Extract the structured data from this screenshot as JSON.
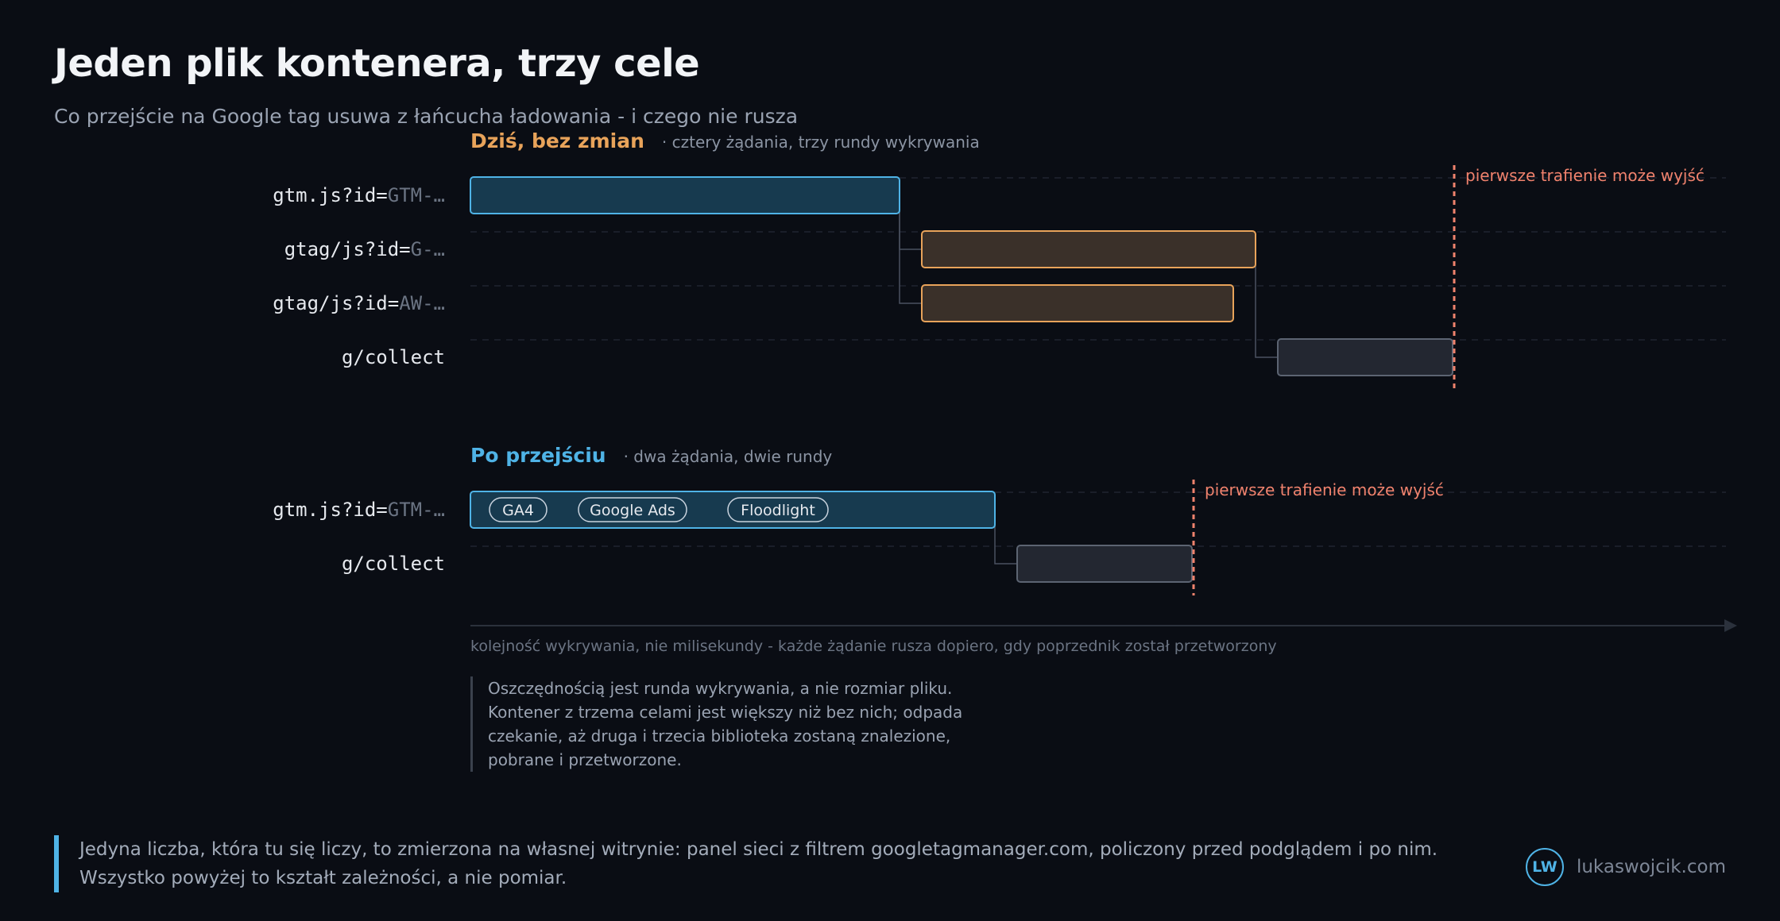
{
  "title": "Jeden plik kontenera, trzy cele",
  "subtitle": "Co przejście na Google tag usuwa z łańcucha ładowania - i czego nie rusza",
  "colors": {
    "background": "#0a0d14",
    "blue": "#4fb3e6",
    "orange": "#e8a35a",
    "red": "#f0826d",
    "gray": "#6b7483"
  },
  "diagram": {
    "sections": [
      {
        "title": "Dziś, bez zmian",
        "note": "· cztery żądania, trzy rundy wykrywania",
        "hit_label": "pierwsze trafienie może wyjść",
        "rows": [
          {
            "prefix": "gtm.js?id=",
            "suffix": "GTM-…",
            "round": 1,
            "tone": "blue"
          },
          {
            "prefix": "gtag/js?id=",
            "suffix": "G-…",
            "round": 2,
            "tone": "orange"
          },
          {
            "prefix": "gtag/js?id=",
            "suffix": "AW-…",
            "round": 2,
            "tone": "orange"
          },
          {
            "prefix": "g/collect",
            "suffix": "",
            "round": 3,
            "tone": "gray"
          }
        ]
      },
      {
        "title": "Po przejściu",
        "note": "· dwa żądania, dwie rundy",
        "hit_label": "pierwsze trafienie może wyjść",
        "rows": [
          {
            "prefix": "gtm.js?id=",
            "suffix": "GTM-…",
            "round": 1,
            "tone": "blue",
            "pills": [
              "GA4",
              "Google Ads",
              "Floodlight"
            ]
          },
          {
            "prefix": "g/collect",
            "suffix": "",
            "round": 2,
            "tone": "gray"
          }
        ]
      }
    ],
    "axis_caption": "kolejność wykrywania, nie milisekundy - każde żądanie rusza dopiero, gdy poprzednik został przetworzony"
  },
  "callout": [
    "Oszczędnością jest runda wykrywania, a nie rozmiar pliku.",
    "Kontener z trzema celami jest większy niż bez nich; odpada",
    "czekanie, aż druga i trzecia biblioteka zostaną znalezione,",
    "pobrane i przetworzone."
  ],
  "footer": [
    "Jedyna liczba, która tu się liczy, to zmierzona na własnej witrynie: panel sieci z filtrem googletagmanager.com, policzony przed podglądem i po nim.",
    "Wszystko powyżej to kształt zależności, a nie pomiar."
  ],
  "brand": {
    "logo": "LW",
    "url": "lukaswojcik.com"
  }
}
